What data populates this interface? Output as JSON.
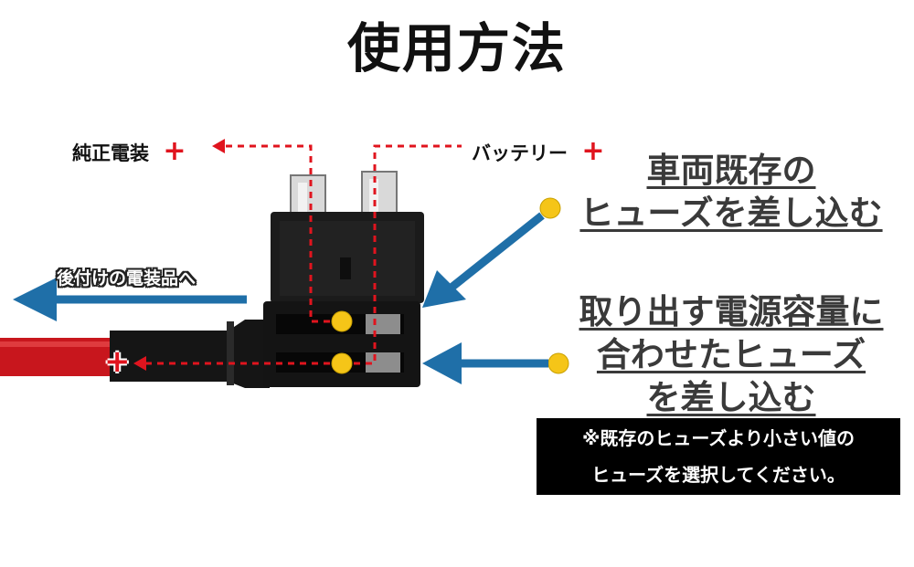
{
  "title": "使用方法",
  "labels": {
    "oem_plus": "純正電装",
    "battery_plus": "バッテリー",
    "plus_sign": "+",
    "to_accessory": "後付けの電装品へ",
    "wire_plus": "+"
  },
  "captions": {
    "existing_fuse": [
      "車両既存の",
      "ヒューズを差し込む"
    ],
    "new_fuse": [
      "取り出す電源容量に",
      "合わせたヒューズ",
      "を差し込む"
    ]
  },
  "note": [
    "※既存のヒューズより小さい値の",
    "ヒューズを選択してください。"
  ],
  "colors": {
    "arrow_blue": "#1f6fa8",
    "dash_red": "#e0141e",
    "dot_yellow": "#f5c518",
    "wire_red": "#c8161d"
  }
}
